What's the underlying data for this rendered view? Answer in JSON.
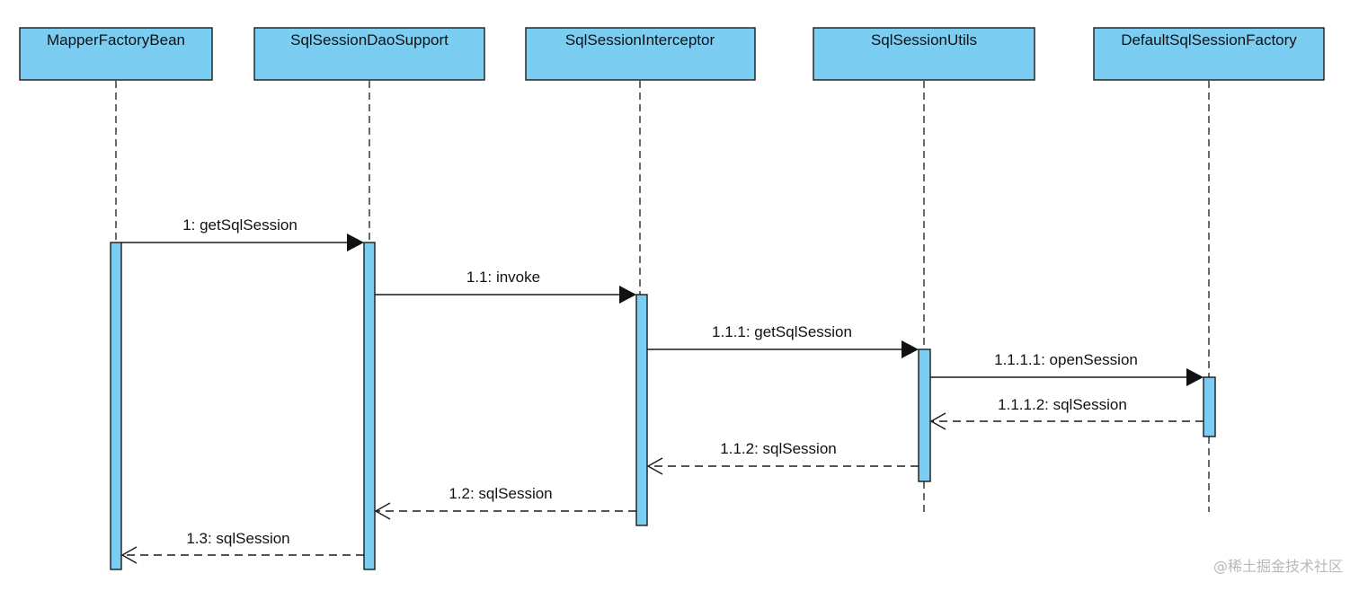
{
  "participants": [
    {
      "name": "MapperFactoryBean"
    },
    {
      "name": "SqlSessionDaoSupport"
    },
    {
      "name": "SqlSessionInterceptor"
    },
    {
      "name": "SqlSessionUtils"
    },
    {
      "name": "DefaultSqlSessionFactory"
    }
  ],
  "messages": [
    {
      "label": "1: getSqlSession",
      "from": 0,
      "to": 1,
      "kind": "call"
    },
    {
      "label": "1.1: invoke",
      "from": 1,
      "to": 2,
      "kind": "call"
    },
    {
      "label": "1.1.1: getSqlSession",
      "from": 2,
      "to": 3,
      "kind": "call"
    },
    {
      "label": "1.1.1.1: openSession",
      "from": 3,
      "to": 4,
      "kind": "call"
    },
    {
      "label": "1.1.1.2: sqlSession",
      "from": 4,
      "to": 3,
      "kind": "return"
    },
    {
      "label": "1.1.2: sqlSession",
      "from": 3,
      "to": 2,
      "kind": "return"
    },
    {
      "label": "1.2: sqlSession",
      "from": 2,
      "to": 1,
      "kind": "return"
    },
    {
      "label": "1.3: sqlSession",
      "from": 1,
      "to": 0,
      "kind": "return"
    }
  ],
  "watermark": "@稀土掘金技术社区",
  "colors": {
    "box_fill": "#7ccdf2",
    "line": "#1a1a1a"
  }
}
